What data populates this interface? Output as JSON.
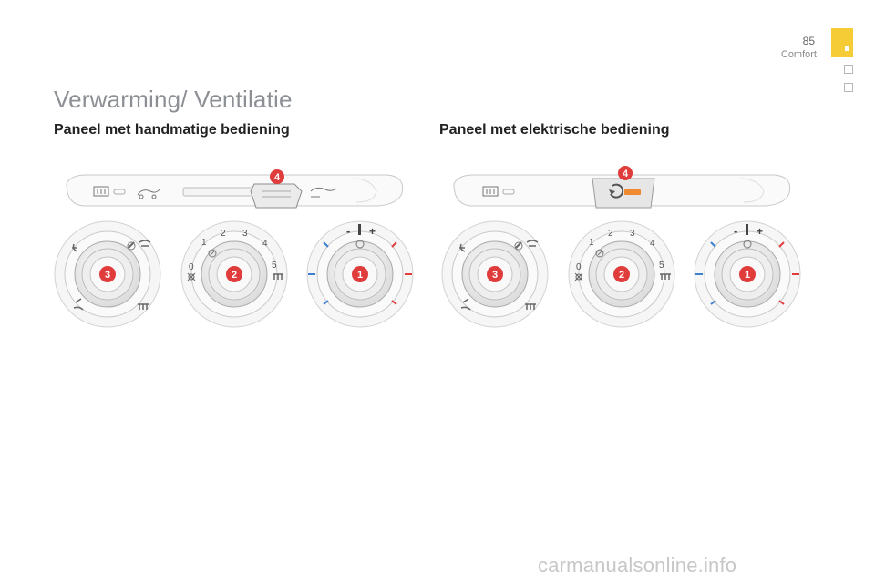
{
  "header": {
    "page_number": "85",
    "section": "Comfort",
    "accent_color": "#f6cc36"
  },
  "title": "Verwarming/ Ventilatie",
  "sections": [
    {
      "heading": "Paneel met handmatige bediening"
    },
    {
      "heading": "Paneel met elektrische bediening"
    }
  ],
  "panel_labels": {
    "callout_1": "1",
    "callout_2": "2",
    "callout_3": "3",
    "callout_4": "4",
    "fan_0": "0",
    "fan_1": "1",
    "fan_2": "2",
    "fan_3": "3",
    "fan_4": "4",
    "fan_5": "5",
    "temp_minus": "-",
    "temp_plus": "+"
  },
  "icons": [
    "rear-defrost-icon",
    "recirculation-icon",
    "fan-icon",
    "air-distribution-icon",
    "windscreen-defrost-icon",
    "cold-marks-icon",
    "hot-marks-icon"
  ],
  "colors": {
    "callout": "#e03c3c",
    "cold": "#3a7fd0",
    "hot": "#e03c3c"
  },
  "watermark": "carmanualsonline.info"
}
